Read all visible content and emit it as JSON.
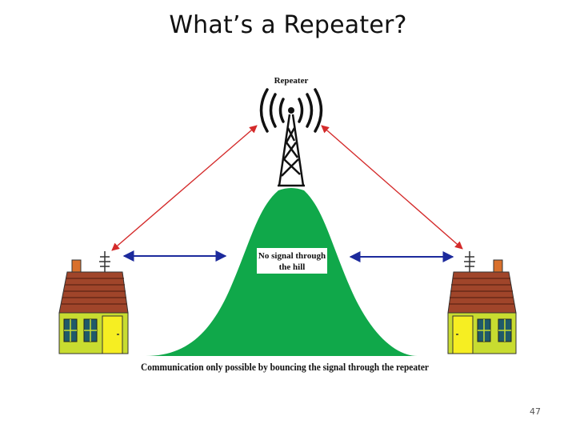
{
  "slide": {
    "title": "What’s a Repeater?",
    "page_number": "47"
  },
  "diagram": {
    "repeater_label": "Repeater",
    "hill_label_line1": "No signal through",
    "hill_label_line2": "the hill",
    "caption": "Communication only possible by bouncing the signal through the repeater"
  },
  "colors": {
    "hill": "#10a84a",
    "bounce_arrows": "#d42a2a",
    "blocked_arrows": "#1c2a9c",
    "house_wall": "#c8dc30",
    "house_roof": "#a0452a",
    "house_door": "#f6ee22",
    "chimney": "#d9702c"
  }
}
